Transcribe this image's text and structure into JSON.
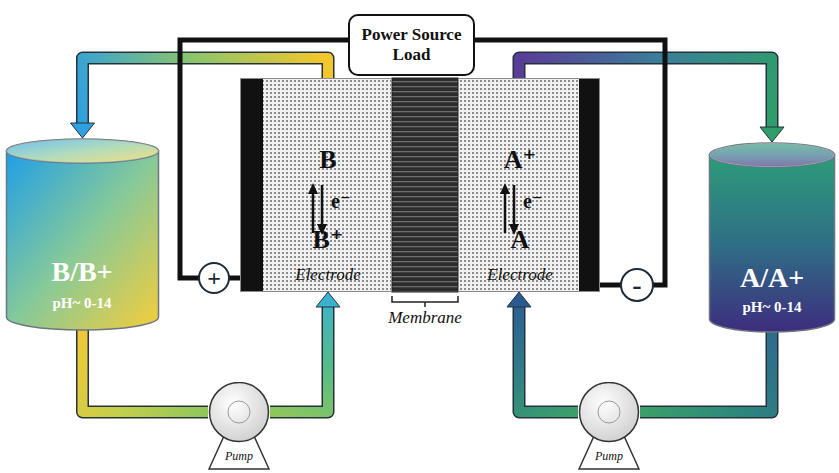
{
  "diagram": {
    "nodes": [
      {
        "text": [
          "Power Source Load"
        ]
      },
      {
        "text": [
          "B/B+",
          "pH~ 0-14"
        ]
      },
      {
        "text": [
          "+"
        ]
      },
      {
        "text": [
          "B",
          "e⁻",
          "B⁺",
          "Electrode"
        ]
      },
      {
        "text": [
          "A⁺",
          "e⁻",
          "A",
          "Electrode"
        ]
      },
      {
        "text": [
          "-"
        ]
      },
      {
        "text": [
          "A/A+",
          "pH~ 0-14"
        ]
      },
      {
        "text": [
          "Pump"
        ]
      },
      {
        "text": [
          "Pump"
        ]
      }
    ],
    "edges": [
      {
        "from": 0,
        "to": 2,
        "arrow": "none"
      },
      {
        "from": 2,
        "to": 3,
        "arrow": "none"
      },
      {
        "from": 0,
        "to": 5,
        "arrow": "none"
      },
      {
        "from": 5,
        "to": 4,
        "arrow": "none"
      },
      {
        "from": 3,
        "to": 1,
        "arrow": "to"
      },
      {
        "from": 1,
        "to": 7,
        "arrow": "none"
      },
      {
        "from": 7,
        "to": 3,
        "arrow": "to"
      },
      {
        "from": 4,
        "to": 6,
        "arrow": "to"
      },
      {
        "from": 6,
        "to": 8,
        "arrow": "none"
      },
      {
        "from": 8,
        "to": 4,
        "arrow": "to"
      }
    ],
    "labels": [
      "Membrane"
    ]
  }
}
